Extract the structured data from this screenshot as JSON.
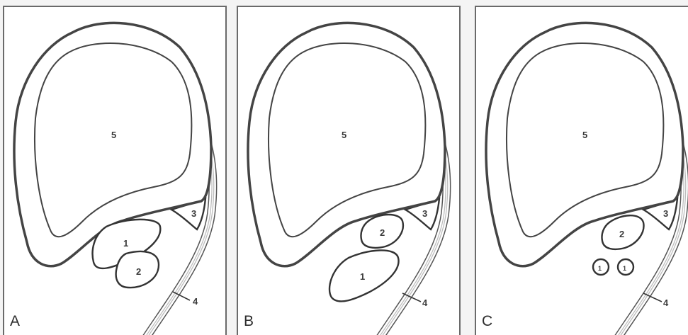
{
  "figure": {
    "panels": [
      {
        "letter": "A",
        "labels": {
          "n1": "1",
          "n2": "2",
          "n3": "3",
          "n4": "4",
          "n5": "5"
        }
      },
      {
        "letter": "B",
        "labels": {
          "n1": "1",
          "n2": "2",
          "n3": "3",
          "n4": "4",
          "n5": "5"
        }
      },
      {
        "letter": "C",
        "labels": {
          "n1a": "1",
          "n1b": "1",
          "n2": "2",
          "n3": "3",
          "n4": "4",
          "n5": "5"
        }
      }
    ]
  }
}
